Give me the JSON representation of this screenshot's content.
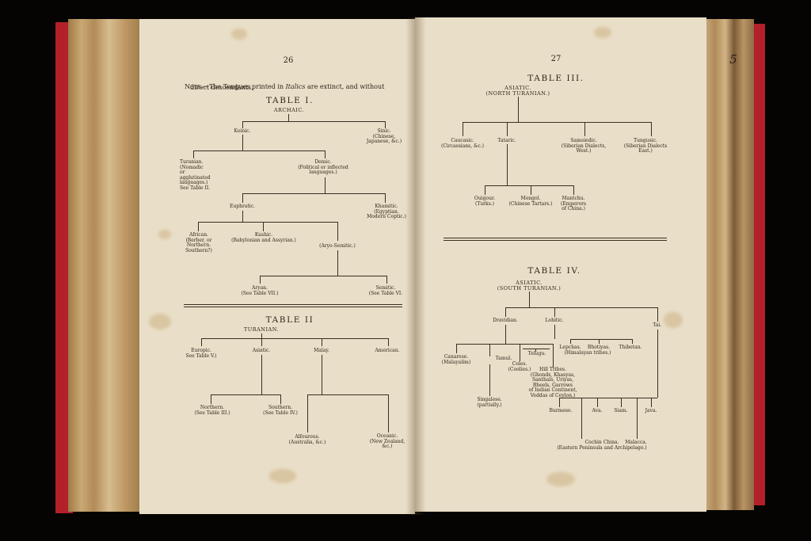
{
  "left": {
    "page_number": "26",
    "note_prefix": "Note.",
    "note_mid": "—The Tongues printed in ",
    "note_italic": "Italics",
    "note_end": " are extinct, and without",
    "note_line2": "direct descendants.",
    "t1": {
      "title": "TABLE I.",
      "sub": "ARCHAIC.",
      "koinic": "Koinic.",
      "sinic": "Sinic.\n(Chinese,\nJapanese, &c.)",
      "turanian": "Turanian.\n(Nomadic\nor\nagglutinated\nlanguages.)\nSee Table II.",
      "demic": "Demic.\n(Political or inflected\nlanguages.)",
      "euphratic": "Euphratic.",
      "khamitic": "Khamitic.\n(Egyptian.\nModern Coptic.)",
      "african": "African.\n(Berber, or\nNorthern.\nSouthern?)",
      "kushic": "Kushic.\n(Babylonian and Assyrian.)",
      "aryo_semitic": "(Aryo-Semitic.)",
      "aryan": "Aryan.\n(See Table VII.)",
      "semitic": "Semitic.\n(See Table VI."
    },
    "t2": {
      "title": "TABLE II",
      "sub": "TURANIAN.",
      "europic": "Europic.\nSee Table V.)",
      "asiatic": "Asiatic.",
      "malay": "Malay.",
      "american": "American.",
      "northern": "Northern.\n(See Table III.)",
      "southern": "Southern.\n(See Table IV.)",
      "alfourous": "Alfourous.\n(Australia, &c.)",
      "oceanic": "Oceanic.\n(New Zealand,\n&c.)"
    }
  },
  "right": {
    "page_number": "27",
    "margin_mark": "5",
    "t3": {
      "title": "TABLE III.",
      "sub": "ASIATIC.\n(NORTH TURANIAN.)",
      "caucasic": "Caucasic.\n(Circassians, &c.)",
      "tataric": "Tataric.",
      "samoiedic": "Samoiedic.\n(Siberian Dialects,\nWest.)",
      "tungusic": "Tungusic.\n(Siberian Dialects\nEast.)",
      "ouigour": "Ouigour.\n(Turks.)",
      "mongol": "Mongol.\n(Chinese Tartars.)",
      "mantchu": "Mantchu.\n(Emperors\nof China.)"
    },
    "t4": {
      "title": "TABLE IV.",
      "sub": "ASIATIC.\n(SOUTH TURANIAN.)",
      "dravidian": "Dravidian.",
      "lohitic": "Lohitic.",
      "tai": "Tai.",
      "canarese": "Canarese.\n(Malayalim)",
      "tamul": "Tamul.",
      "telugu": "Telugu.",
      "coles": "Coles.\n(Coolies.)",
      "hill_tribes": "Hill Tribes.\n(Ghonds, Khasyas,\nSanthals, Uriyas,\nBheels, Garrows\nof Indian Continent,\nVeddas of Ceylon.)",
      "lepchas": "Lepchas.",
      "bhotiyas": "Bhotiyas.",
      "himalayan": "(Himalayan tribes.)",
      "thibetan": "Thibetan.",
      "singalese": "Singalese.\n(partially.)",
      "burmese": "Burmese.",
      "ava": "Ava.",
      "siam": "Siam.",
      "java": "Java.",
      "cochin": "Cochin China.\n(Eastern Peninsula and Archipelago.)",
      "malacca": "Malacca."
    }
  }
}
